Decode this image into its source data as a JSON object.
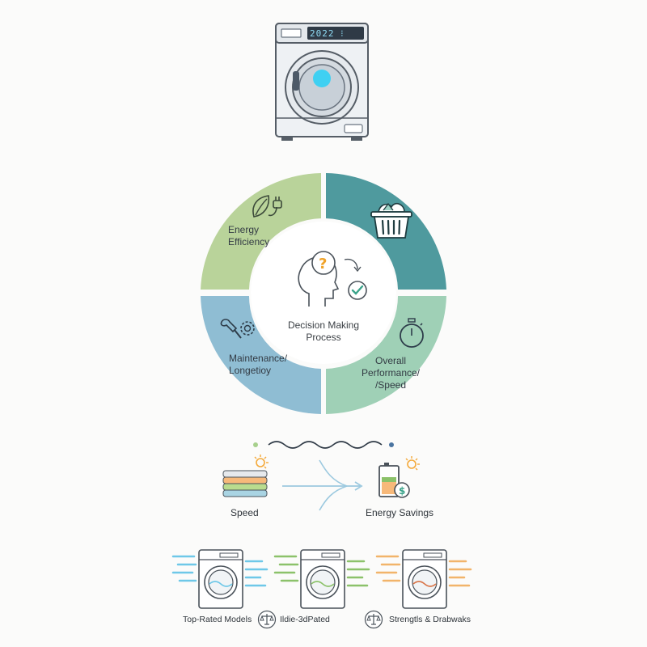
{
  "washer_display": "2022 ⁝",
  "wheel": {
    "center_title": "Decision Making",
    "center_subtitle": "Process",
    "segments": [
      {
        "line1": "Energy",
        "line2": "Efficiency",
        "color": "#b9d39a",
        "icon": "leaf-plug-icon"
      },
      {
        "line1": "",
        "line2": "",
        "color": "#4f9a9e",
        "icon": "laundry-basket-icon"
      },
      {
        "line1": "Maintenance/",
        "line2": "Longetioy",
        "color": "#8fbdd3",
        "icon": "wrench-gear-icon"
      },
      {
        "line1": "Overall",
        "line2": "Performance/",
        "line3": "/Speed",
        "color": "#9fd0b6",
        "icon": "stopwatch-icon"
      }
    ]
  },
  "tradeoff": {
    "left_label": "Speed",
    "right_label": "Energy Savings"
  },
  "bottom": {
    "label_1": "Top-Rated Models",
    "label_2": "Ildie-3dPated",
    "label_3": "Strengtls & Drabwaks"
  },
  "colors": {
    "accent_blue": "#6ec8e8",
    "accent_green": "#8cc26a",
    "accent_orange": "#f2b46a",
    "sun": "#f4a93a"
  }
}
